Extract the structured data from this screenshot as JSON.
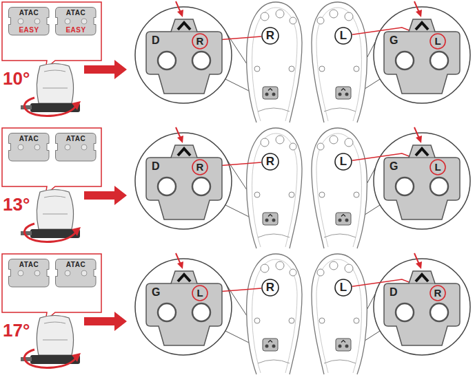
{
  "diagram": {
    "nodes": [
      {
        "text": [
          "ATAC",
          "EASY"
        ]
      },
      {
        "text": [
          "ATAC",
          "EASY"
        ]
      },
      {
        "text": [
          "D"
        ]
      },
      {
        "text": [
          "R"
        ],
        "in": 2
      },
      {
        "text": [
          "R"
        ]
      },
      {
        "text": [
          "L"
        ]
      },
      {
        "text": [
          "G"
        ]
      },
      {
        "text": [
          "L"
        ],
        "in": 6
      },
      {
        "text": [
          "ATAC"
        ]
      },
      {
        "text": [
          "ATAC"
        ]
      },
      {
        "text": [
          "D"
        ]
      },
      {
        "text": [
          "R"
        ],
        "in": 10
      },
      {
        "text": [
          "R"
        ]
      },
      {
        "text": [
          "L"
        ]
      },
      {
        "text": [
          "G"
        ]
      },
      {
        "text": [
          "L"
        ],
        "in": 14
      },
      {
        "text": [
          "ATAC"
        ]
      },
      {
        "text": [
          "ATAC"
        ]
      },
      {
        "text": [
          "G"
        ]
      },
      {
        "text": [
          "L"
        ],
        "in": 18
      },
      {
        "text": [
          "R"
        ]
      },
      {
        "text": [
          "L"
        ]
      },
      {
        "text": [
          "D"
        ]
      },
      {
        "text": [
          "R"
        ],
        "in": 22
      }
    ],
    "edges": [
      {
        "from": 3,
        "to": 4,
        "arrow": "none"
      },
      {
        "from": 5,
        "to": 7,
        "arrow": "none"
      },
      {
        "from": 11,
        "to": 12,
        "arrow": "none"
      },
      {
        "from": 13,
        "to": 15,
        "arrow": "none"
      },
      {
        "from": 19,
        "to": 20,
        "arrow": "none"
      },
      {
        "from": 21,
        "to": 23,
        "arrow": "none"
      }
    ],
    "labels": [
      "10°",
      "13°",
      "17°"
    ]
  }
}
